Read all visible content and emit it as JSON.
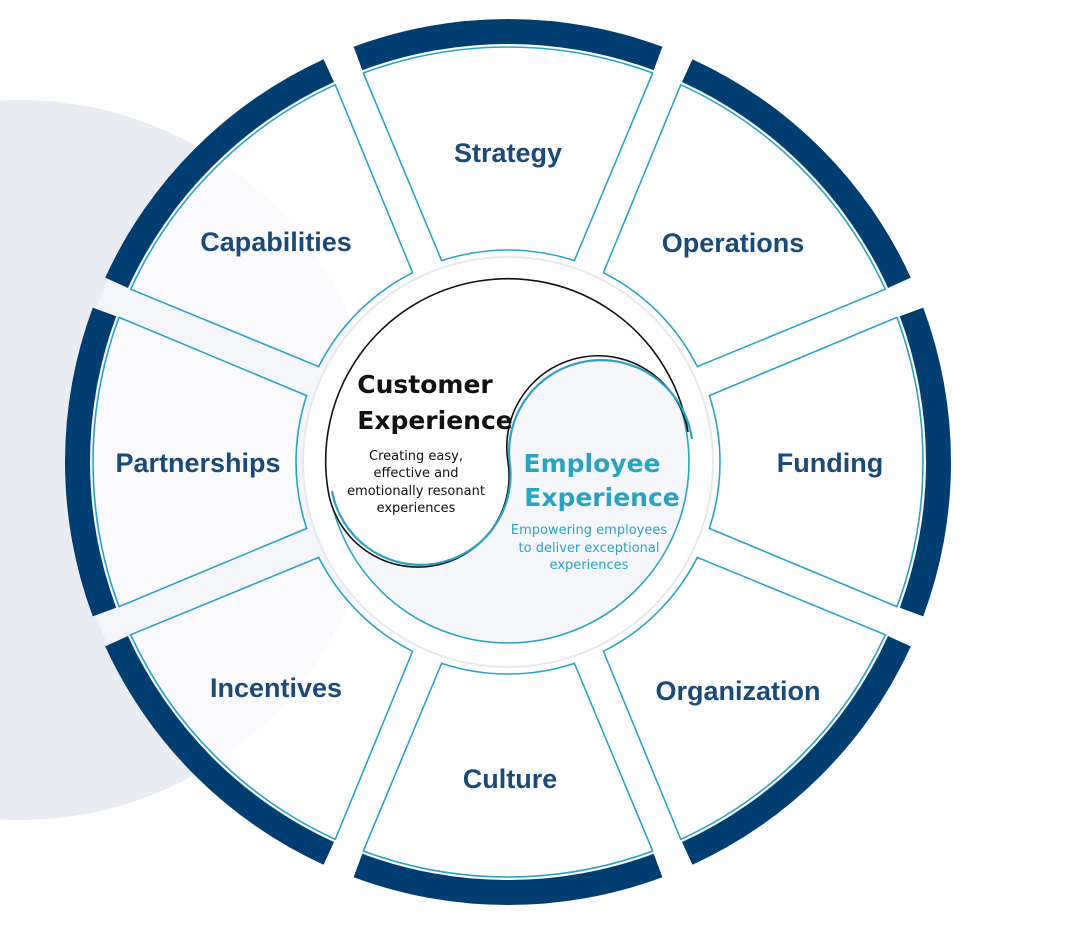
{
  "colors": {
    "navy": "#003e72",
    "teal": "#2aa3c2",
    "label": "#1a4a78",
    "backdrop": "#e9ecf3",
    "core_fill": "#f6f7fa"
  },
  "segments": [
    {
      "key": "strategy",
      "label": "Strategy"
    },
    {
      "key": "operations",
      "label": "Operations"
    },
    {
      "key": "funding",
      "label": "Funding"
    },
    {
      "key": "organization",
      "label": "Organization"
    },
    {
      "key": "culture",
      "label": "Culture"
    },
    {
      "key": "incentives",
      "label": "Incentives"
    },
    {
      "key": "partnerships",
      "label": "Partnerships"
    },
    {
      "key": "capabilities",
      "label": "Capabilities"
    }
  ],
  "center": {
    "customer": {
      "title_line1": "Customer",
      "title_line2": "Experience",
      "desc_line1": "Creating easy,",
      "desc_line2": "effective and",
      "desc_line3": "emotionally resonant",
      "desc_line4": "experiences"
    },
    "employee": {
      "title_line1": "Employee",
      "title_line2": "Experience",
      "desc_line1": "Empowering employees",
      "desc_line2": "to deliver exceptional",
      "desc_line3": "experiences"
    }
  }
}
